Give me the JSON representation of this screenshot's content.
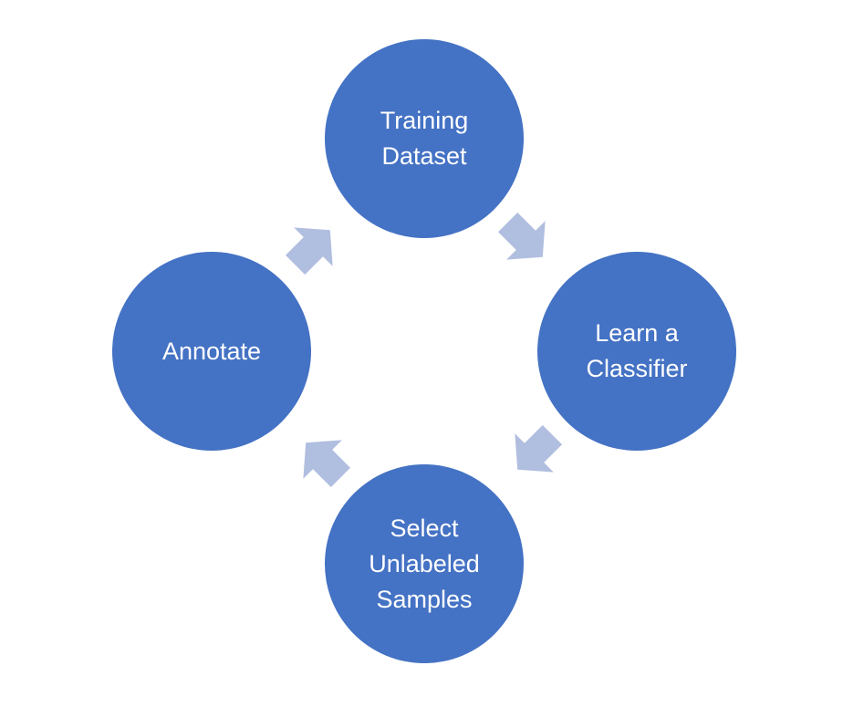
{
  "colors": {
    "node": "#4472C4",
    "arrow": "#B0BEDF"
  },
  "nodes": [
    {
      "lines": [
        "Training",
        "Dataset"
      ]
    },
    {
      "lines": [
        "Learn a",
        "Classifier"
      ]
    },
    {
      "lines": [
        "Select",
        "Unlabeled",
        "Samples"
      ]
    },
    {
      "lines": [
        "Annotate"
      ]
    }
  ],
  "arrows": [
    {
      "from": "Training Dataset",
      "to": "Learn a Classifier"
    },
    {
      "from": "Learn a Classifier",
      "to": "Select Unlabeled Samples"
    },
    {
      "from": "Select Unlabeled Samples",
      "to": "Annotate"
    },
    {
      "from": "Annotate",
      "to": "Training Dataset"
    }
  ]
}
